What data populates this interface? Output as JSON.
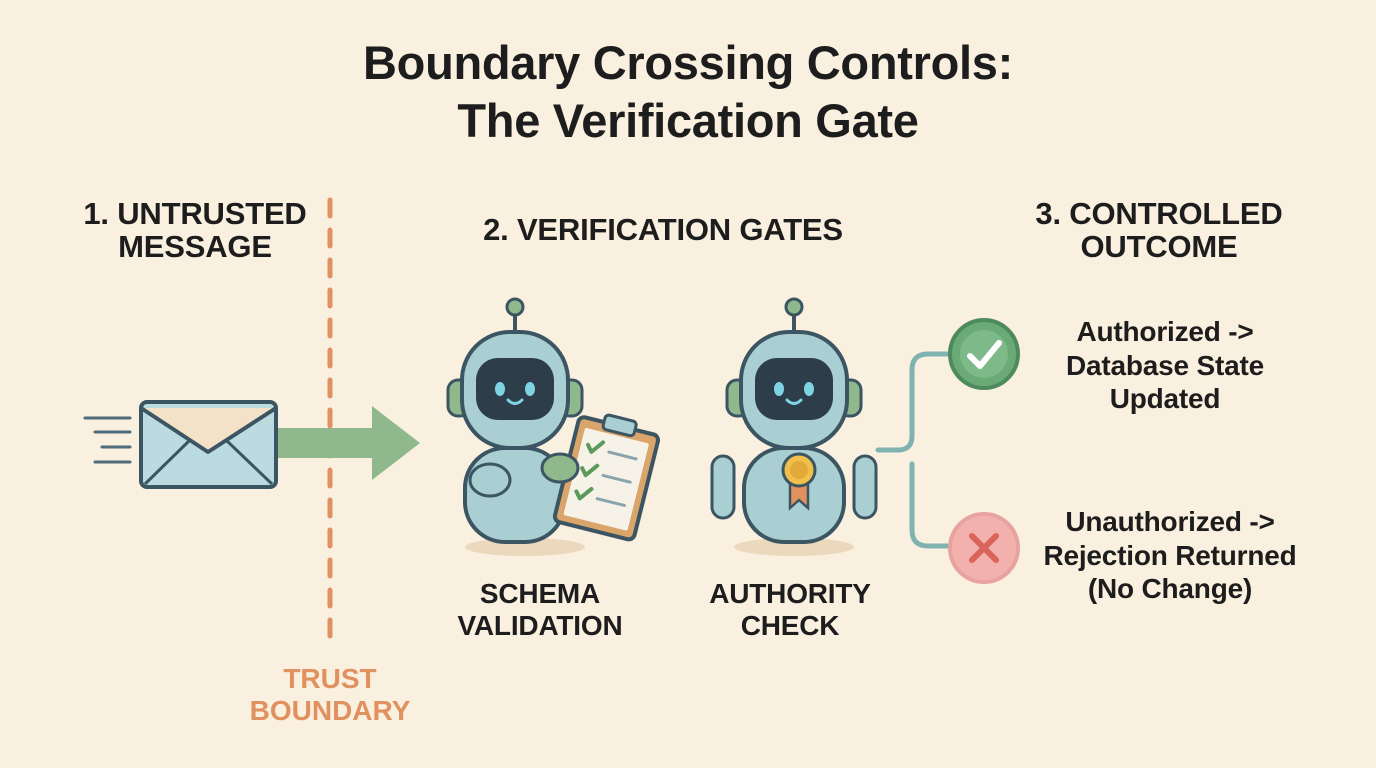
{
  "title": {
    "line1": "Boundary Crossing Controls:",
    "line2": "The Verification Gate"
  },
  "sections": [
    {
      "line1": "1. UNTRUSTED",
      "line2": "MESSAGE"
    },
    {
      "line1": "2. VERIFICATION GATES"
    },
    {
      "line1": "3. CONTROLLED",
      "line2": "OUTCOME"
    }
  ],
  "boundary": {
    "line1": "TRUST",
    "line2": "BOUNDARY"
  },
  "gates": [
    {
      "line1": "SCHEMA",
      "line2": "VALIDATION"
    },
    {
      "line1": "AUTHORITY",
      "line2": "CHECK"
    }
  ],
  "outcomes": [
    {
      "line1": "Authorized ->",
      "line2": "Database State",
      "line3": "Updated"
    },
    {
      "line1": "Unauthorized ->",
      "line2": "Rejection Returned",
      "line3": "(No Change)"
    }
  ],
  "colors": {
    "background": "#faf0e0",
    "boundary": "#e0915f",
    "arrow": "#8fb98c",
    "success": "#6aaa76",
    "failure": "#e8a3a0",
    "robot": "#a9cfd2",
    "outline": "#3c5562"
  },
  "icons": [
    "envelope-icon",
    "arrow-right-icon",
    "robot-clipboard-icon",
    "robot-badge-icon",
    "checkmark-icon",
    "cross-icon"
  ]
}
